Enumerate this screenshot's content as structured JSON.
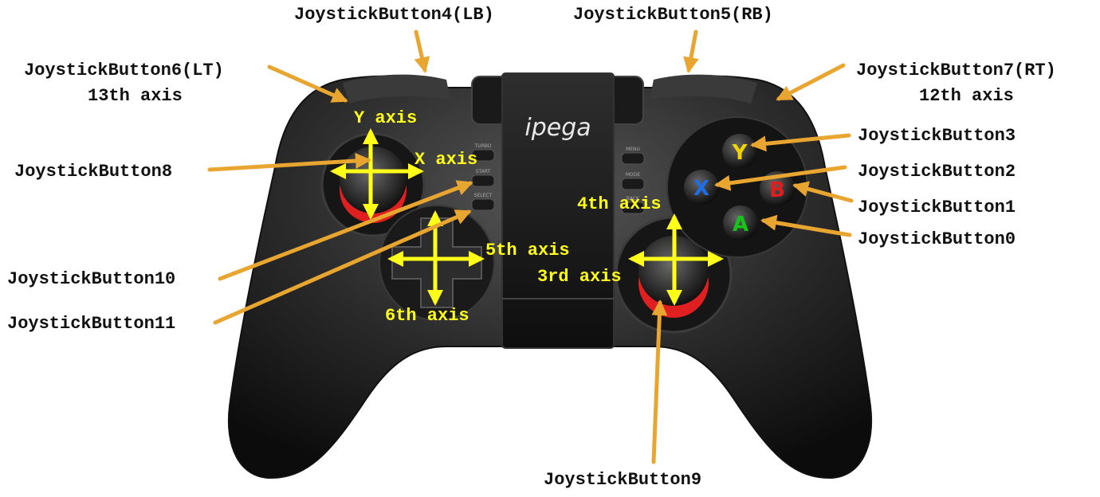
{
  "colors": {
    "arrow": "#e8a530",
    "axis": "#ffff1a",
    "label": "#111111",
    "body": "#2b2b2b",
    "red_ring": "#e02020",
    "btn_y": "#f2d400",
    "btn_x": "#1e6ee8",
    "btn_b": "#e01e1e",
    "btn_a": "#16c41a"
  },
  "labels": {
    "lb": "JoystickButton4(LB)",
    "rb": "JoystickButton5(RB)",
    "lt_line1": "JoystickButton6(LT)",
    "lt_line2": "13th axis",
    "rt_line1": "JoystickButton7(RT)",
    "rt_line2": "12th axis",
    "button8": "JoystickButton8",
    "button3": "JoystickButton3",
    "button2": "JoystickButton2",
    "button1": "JoystickButton1",
    "button0": "JoystickButton0",
    "button10": "JoystickButton10",
    "button11": "JoystickButton11",
    "button9": "JoystickButton9"
  },
  "axes": {
    "y_axis": "Y axis",
    "x_axis": "X axis",
    "fourth_axis": "4th axis",
    "fifth_axis": "5th axis",
    "third_axis": "3rd axis",
    "sixth_axis": "6th axis"
  },
  "controller": {
    "brand": "ipega",
    "small_buttons_left": [
      "TURBO",
      "START",
      "SELECT"
    ],
    "small_buttons_right": [
      "MENU",
      "MODE",
      "BACK"
    ],
    "face_buttons": {
      "y": "Y",
      "x": "X",
      "b": "B",
      "a": "A"
    }
  }
}
